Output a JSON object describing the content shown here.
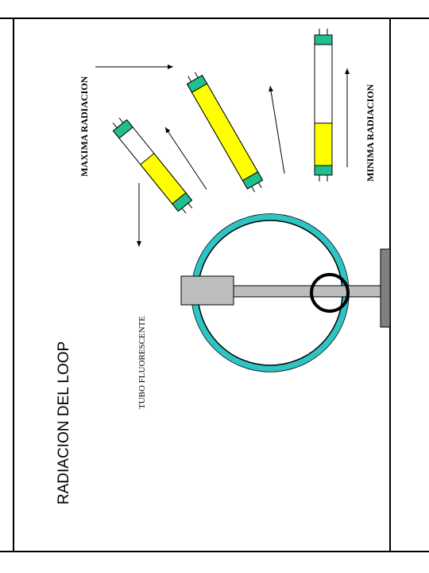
{
  "title": "RADIACION DEL LOOP",
  "labels": {
    "max_radiation": "MAXIMA RADIACION",
    "min_radiation": "MINIMA RADIACION",
    "fluorescent_tube": "TUBO FLUORESCENTE"
  },
  "colors": {
    "loop": "#2ec4c4",
    "tube_glow": "#ffff00",
    "tube_cap": "#1fbf8f",
    "mount": "#bdbdbd",
    "base": "#808080"
  },
  "tubes": [
    {
      "name": "tube-left",
      "lit_fraction": 0.6
    },
    {
      "name": "tube-middle",
      "lit_fraction": 1.0
    },
    {
      "name": "tube-right",
      "lit_fraction": 0.35
    }
  ]
}
